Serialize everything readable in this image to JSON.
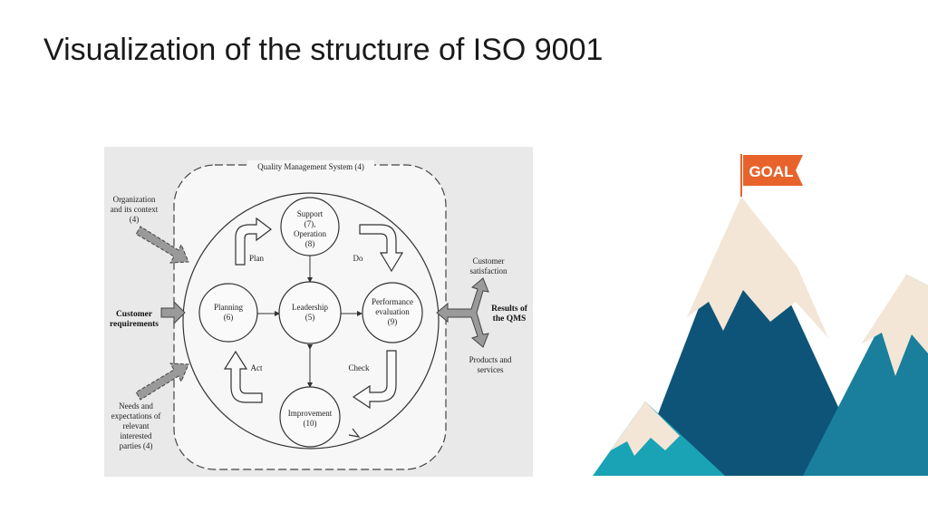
{
  "title": "Visualization of the structure of ISO 9001",
  "diagram": {
    "qms_label": "Quality Management System (4)",
    "left_labels": {
      "org_context": [
        "Organization",
        "and its context",
        "(4)"
      ],
      "customer_req": [
        "Customer",
        "requirements"
      ],
      "needs": [
        "Needs and",
        "expectations of",
        "relevant",
        "interested",
        "parties (4)"
      ]
    },
    "right_labels": {
      "satisfaction": [
        "Customer",
        "satisfaction"
      ],
      "results": [
        "Results of",
        "the QMS"
      ],
      "products": [
        "Products and",
        "services"
      ]
    },
    "nodes": {
      "support": [
        "Support",
        "(7),",
        "Operation",
        "(8)"
      ],
      "planning": [
        "Planning",
        "(6)"
      ],
      "leadership": [
        "Leadership",
        "(5)"
      ],
      "performance": [
        "Performance",
        "evaluation",
        "(9)"
      ],
      "improvement": [
        "Improvement",
        "(10)"
      ]
    },
    "cycle": {
      "plan": "Plan",
      "do": "Do",
      "check": "Check",
      "act": "Act"
    }
  },
  "goal_flag": {
    "label": "GOAL",
    "color": "#e8632b"
  },
  "colors": {
    "mountain_dark": "#0e5478",
    "mountain_teal": "#1a8aa6",
    "snow": "#f3e6d6"
  }
}
